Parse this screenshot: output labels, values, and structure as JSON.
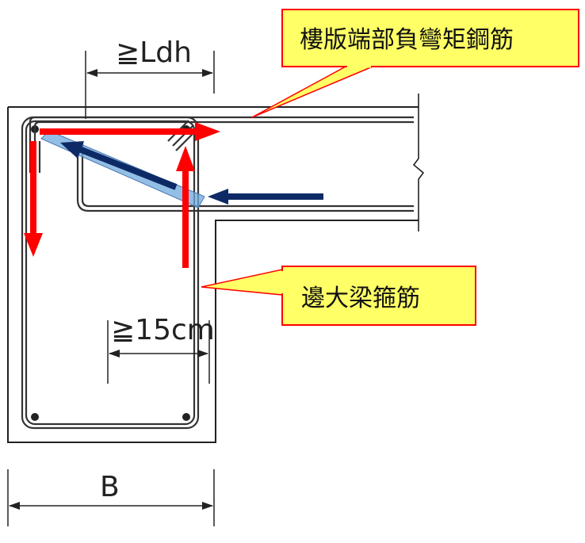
{
  "labels": {
    "slab_top_bar_callout": "樓版端部負彎矩鋼筋",
    "beam_stirrup_callout": "邊大梁箍筋",
    "dim_ldh": "≧Ldh",
    "dim_15cm": "≧15cm",
    "dim_b": "B"
  },
  "colors": {
    "callout_fill": "#ffff66",
    "callout_border": "#ff0000",
    "red_arrow": "#ff0000",
    "navy_arrow": "#0d2a66",
    "highlight_band": "#6fa8dc",
    "line": "#222222"
  }
}
